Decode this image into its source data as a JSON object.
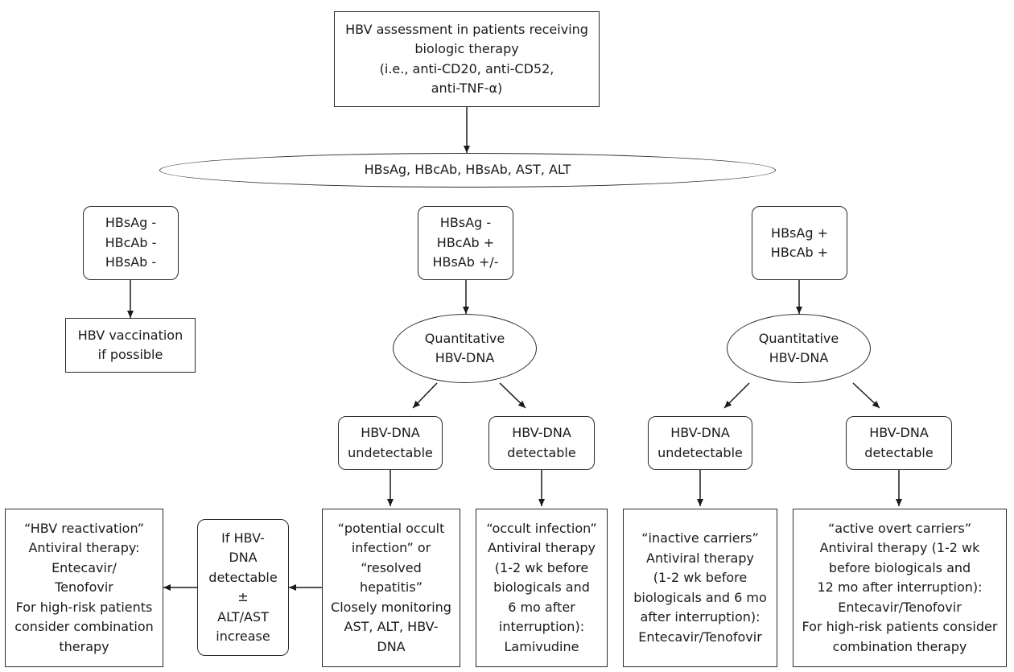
{
  "nodes": {
    "root": [
      "HBV assessment in patients receiving",
      "biologic therapy",
      "(i.e., anti-CD20, anti-CD52,",
      "anti-TNF-α)"
    ],
    "tests": [
      "HBsAg, HBcAb, HBsAb, AST, ALT"
    ],
    "neg": [
      "HBsAg -",
      "HBcAb -",
      "HBsAb -"
    ],
    "vacc": [
      "HBV vaccination",
      "if possible"
    ],
    "core": [
      "HBsAg -",
      "HBcAb +",
      "HBsAb +/-"
    ],
    "quant_mid": [
      "Quantitative",
      "HBV-DNA"
    ],
    "pos": [
      "HBsAg +",
      "HBcAb +"
    ],
    "quant_right": [
      "Quantitative",
      "HBV-DNA"
    ],
    "und_mid": [
      "HBV-DNA",
      "undetectable"
    ],
    "det_mid": [
      "HBV-DNA",
      "detectable"
    ],
    "und_right": [
      "HBV-DNA",
      "undetectable"
    ],
    "det_right": [
      "HBV-DNA",
      "detectable"
    ],
    "reactivation": [
      "“HBV reactivation”",
      "Antiviral therapy:",
      "Entecavir/",
      "Tenofovir",
      "For high-risk patients",
      "consider combination",
      "therapy"
    ],
    "ifdna": [
      "If HBV-",
      "DNA",
      "detectable",
      "±",
      "ALT/AST",
      "increase"
    ],
    "occult_potential": [
      "“potential occult",
      "infection” or",
      "“resolved",
      "hepatitis”",
      "Closely monitoring",
      "AST, ALT, HBV-",
      "DNA"
    ],
    "occult": [
      "“occult infection”",
      "Antiviral therapy",
      "(1-2 wk before",
      "biologicals and",
      "6 mo after",
      "interruption):",
      "Lamivudine"
    ],
    "inactive": [
      "“inactive carriers”",
      "Antiviral therapy",
      "(1-2 wk before",
      "biologicals and 6 mo",
      "after interruption):",
      "Entecavir/Tenofovir"
    ],
    "active": [
      "“active overt carriers”",
      "Antiviral therapy (1-2 wk",
      "before biologicals and",
      "12 mo after interruption):",
      "Entecavir/Tenofovir",
      "For high-risk patients consider",
      "combination therapy"
    ]
  }
}
